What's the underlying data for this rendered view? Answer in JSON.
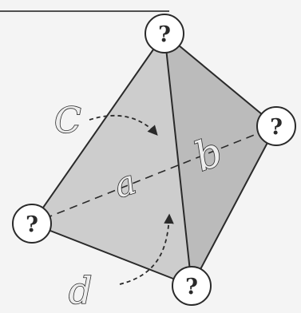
{
  "diagram": {
    "vertices": [
      {
        "id": "top",
        "label": "?"
      },
      {
        "id": "right",
        "label": "?"
      },
      {
        "id": "left",
        "label": "?"
      },
      {
        "id": "bottom",
        "label": "?"
      }
    ],
    "edge_labels": {
      "a": "a",
      "b": "b",
      "c": "C",
      "d": "d"
    },
    "colors": {
      "stroke": "#2a2a2a",
      "front_face": "#cdcdcd",
      "side_face": "#bdbdbd",
      "vertex_fill": "#ffffff",
      "label_fill": "#ededed"
    }
  }
}
